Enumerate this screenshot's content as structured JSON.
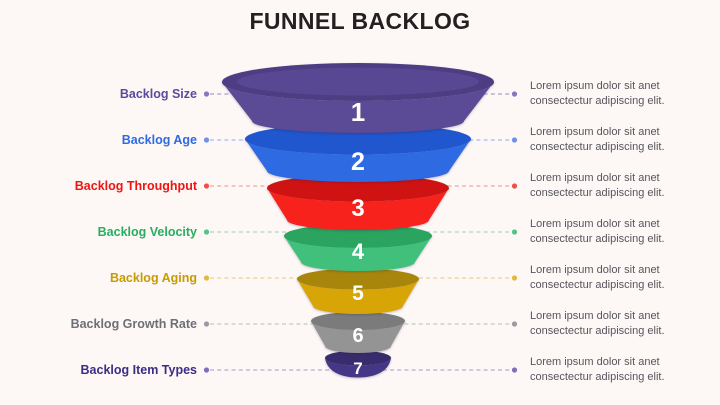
{
  "title": "FUNNEL BACKLOG",
  "title_color": "#242021",
  "background": "#fdf7f6",
  "description_text_color": "#56565d",
  "rows": [
    {
      "label": "Backlog Size",
      "number": "1",
      "desc1": "Lorem ipsum dolor sit anet",
      "desc2": "consectectur adipiscing elit.",
      "colors": {
        "label": "#5b4a9e",
        "dash": "#aaa0d4",
        "dot": "#8678c0",
        "body": "#5b4a96",
        "top": "#4d3d82",
        "inner": "#584792"
      }
    },
    {
      "label": "Backlog Age",
      "number": "2",
      "desc1": "Lorem ipsum dolor sit anet",
      "desc2": "consectectur adipiscing elit.",
      "colors": {
        "label": "#2e6be0",
        "dash": "#a5bdf0",
        "dot": "#6f92e8",
        "body": "#2e6ae2",
        "top": "#2056ce"
      }
    },
    {
      "label": "Backlog Throughput",
      "number": "3",
      "desc1": "Lorem ipsum dolor sit anet",
      "desc2": "consectectur adipiscing elit.",
      "colors": {
        "label": "#ee1511",
        "dash": "#f6a39f",
        "dot": "#f04f46",
        "body": "#f8221d",
        "top": "#cf1313"
      }
    },
    {
      "label": "Backlog Velocity",
      "number": "4",
      "desc1": "Lorem ipsum dolor sit anet",
      "desc2": "consectectur adipiscing elit.",
      "colors": {
        "label": "#27ae60",
        "dash": "#a2dcbc",
        "dot": "#52c584",
        "body": "#41c07c",
        "top": "#2aa45f"
      }
    },
    {
      "label": "Backlog Aging",
      "number": "5",
      "desc1": "Lorem ipsum dolor sit anet",
      "desc2": "consectectur adipiscing elit.",
      "colors": {
        "label": "#c79b02",
        "dash": "#ecd38a",
        "dot": "#e0b93e",
        "body": "#d8a506",
        "top": "#a8860b"
      }
    },
    {
      "label": "Backlog Growth Rate",
      "number": "6",
      "desc1": "Lorem ipsum dolor sit anet",
      "desc2": "consectectur adipiscing elit.",
      "colors": {
        "label": "#6f6f78",
        "dash": "#c7c7ca",
        "dot": "#9a9aa0",
        "body": "#949494",
        "top": "#7b7b7b"
      }
    },
    {
      "label": "Backlog Item Types",
      "number": "7",
      "desc1": "Lorem ipsum dolor sit anet",
      "desc2": "consectectur adipiscing elit.",
      "colors": {
        "label": "#3b2d85",
        "dash": "#b4abd9",
        "dot": "#7d6fc0",
        "body": "#453786",
        "top": "#392c6d"
      }
    }
  ]
}
